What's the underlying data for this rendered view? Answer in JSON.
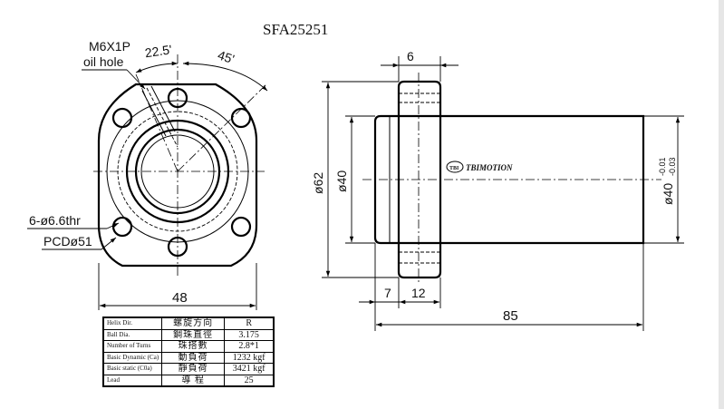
{
  "title": "SFA25251",
  "brand": "TBIMOTION",
  "brand_badge": "TBI",
  "front_view": {
    "oil_hole_label_1": "M6X1P",
    "oil_hole_label_2": "oil hole",
    "angle_small": "22.5'",
    "angle_large": "45'",
    "holes_label_1": "6-ø6.6thr",
    "holes_label_2": "PCDø51",
    "width_dim": "48"
  },
  "side_view": {
    "flange_thickness": "6",
    "flange_diameter": "ø62",
    "body_diameter": "ø40",
    "tolerance_label": "ø40",
    "tolerance_upper": "-0.01",
    "tolerance_lower": "-0.03",
    "dim_7": "7",
    "dim_12": "12",
    "length": "85"
  },
  "spec_table": [
    [
      "Helix  Dir.",
      "螺旋方向",
      "R"
    ],
    [
      "Ball  Dia.",
      "鋼珠直徑",
      "3.175"
    ],
    [
      "Number of Turns",
      "珠搭數",
      "2.8*1"
    ],
    [
      "Basic Dynamic (Ca)",
      "動負荷",
      "1232 kgf"
    ],
    [
      "Basic static (C0a)",
      "靜負荷",
      "3421 kgf"
    ],
    [
      "Lead",
      "導  程",
      "25"
    ]
  ]
}
